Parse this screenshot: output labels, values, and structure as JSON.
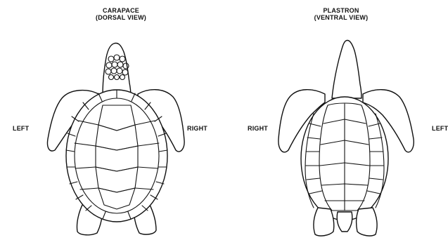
{
  "left_figure": {
    "title_line1": "CARAPACE",
    "title_line2": "(DORSAL VIEW)",
    "side_left": "LEFT",
    "side_right": "RIGHT"
  },
  "right_figure": {
    "title_line1": "PLASTRON",
    "title_line2": "(VENTRAL VIEW)",
    "side_left": "RIGHT",
    "side_right": "LEFT"
  }
}
